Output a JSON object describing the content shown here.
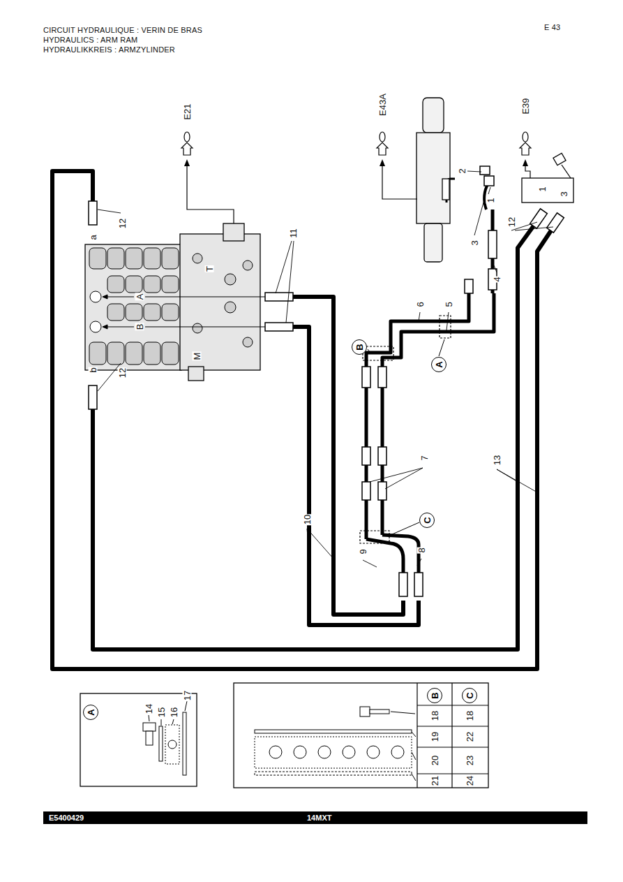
{
  "diagram": {
    "title": "CIRCUIT HYDRAULIQUE : VERIN DE BRAS",
    "nodes": [
      {
        "text": [
          "A"
        ]
      },
      {
        "text": [
          "B"
        ]
      },
      {
        "text": [
          "C"
        ]
      },
      {
        "text": [
          "A"
        ]
      },
      {
        "text": [
          "B"
        ]
      },
      {
        "text": [
          "C"
        ]
      }
    ],
    "labels": [
      "HYDRAULICS : ARM RAM",
      "HYDRAULIKKREIS : ARMZYLINDER",
      "E 43",
      "E21",
      "E43A",
      "E39",
      "1",
      "2",
      "3",
      "12",
      "4",
      "5",
      "6",
      "11",
      "12",
      "a",
      "A",
      "B",
      "b",
      "12",
      "T",
      "M",
      "1",
      "3",
      "7",
      "10",
      "9",
      "8",
      "13",
      "14",
      "15",
      "16",
      "17",
      "18",
      "19",
      "20",
      "21",
      "18",
      "22",
      "23",
      "24",
      "E5400429",
      "14MXT"
    ]
  }
}
